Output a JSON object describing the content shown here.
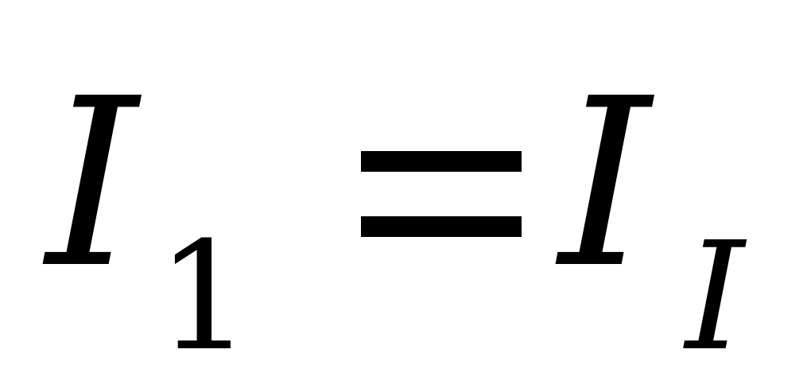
{
  "equation": {
    "lhs": {
      "symbol": "I",
      "subscript": "1"
    },
    "operator": "=",
    "rhs": {
      "symbol": "I",
      "subscript": "I"
    }
  },
  "colors": {
    "text": "#000000",
    "background": "#ffffff"
  }
}
